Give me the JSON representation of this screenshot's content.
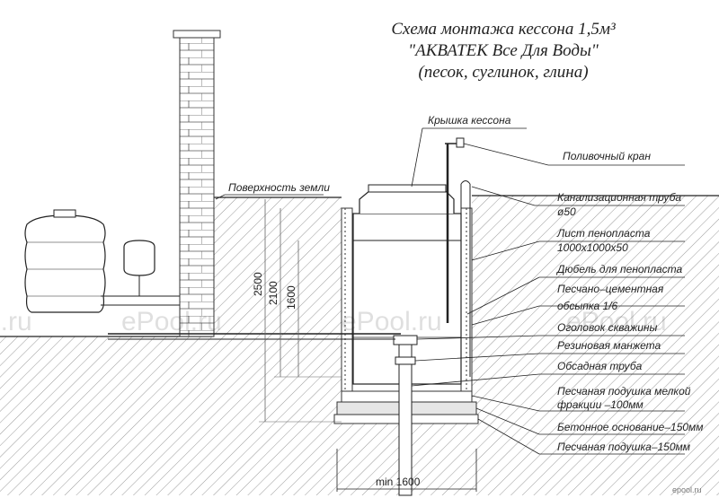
{
  "title": {
    "line1": "Схема монтажа кессона 1,5м³",
    "line2": "\"АКВАТЕК Все Для Воды\"",
    "line3": "(песок, суглинок, глина)"
  },
  "labels": {
    "lid": "Крышка кессона",
    "surface": "Поверхность земли",
    "tap": "Поливочный кран",
    "sewer_pipe_1": "Канализационная труба",
    "sewer_pipe_2": "ø50",
    "foam_1": "Лист пенопласта",
    "foam_2": "1000x1000x50",
    "dowel": "Дюбель для пенопласта",
    "plaster_1": "Песчано–цементная",
    "plaster_2": "обсыпка 1/6",
    "wellhead": "Оголовок скважины",
    "cuff": "Резиновая манжета",
    "casing": "Обсадная труба",
    "sand_fine_1": "Песчаная подушка мелкой",
    "sand_fine_2": "фракции –100мм",
    "concrete": "Бетонное основание–150мм",
    "sand_base": "Песчаная подушка–150мм"
  },
  "dimensions": {
    "d2500": "2500",
    "d2100": "2100",
    "d1600v": "1600",
    "min_width": "min 1600"
  },
  "watermarks": [
    "l.ru",
    "ePool.ru",
    "ePool.ru",
    "ePool.ru"
  ],
  "logo": "epool.ru",
  "colors": {
    "line": "#222222",
    "hatch": "#9a9a9a",
    "concrete": "#e6e6e6"
  }
}
